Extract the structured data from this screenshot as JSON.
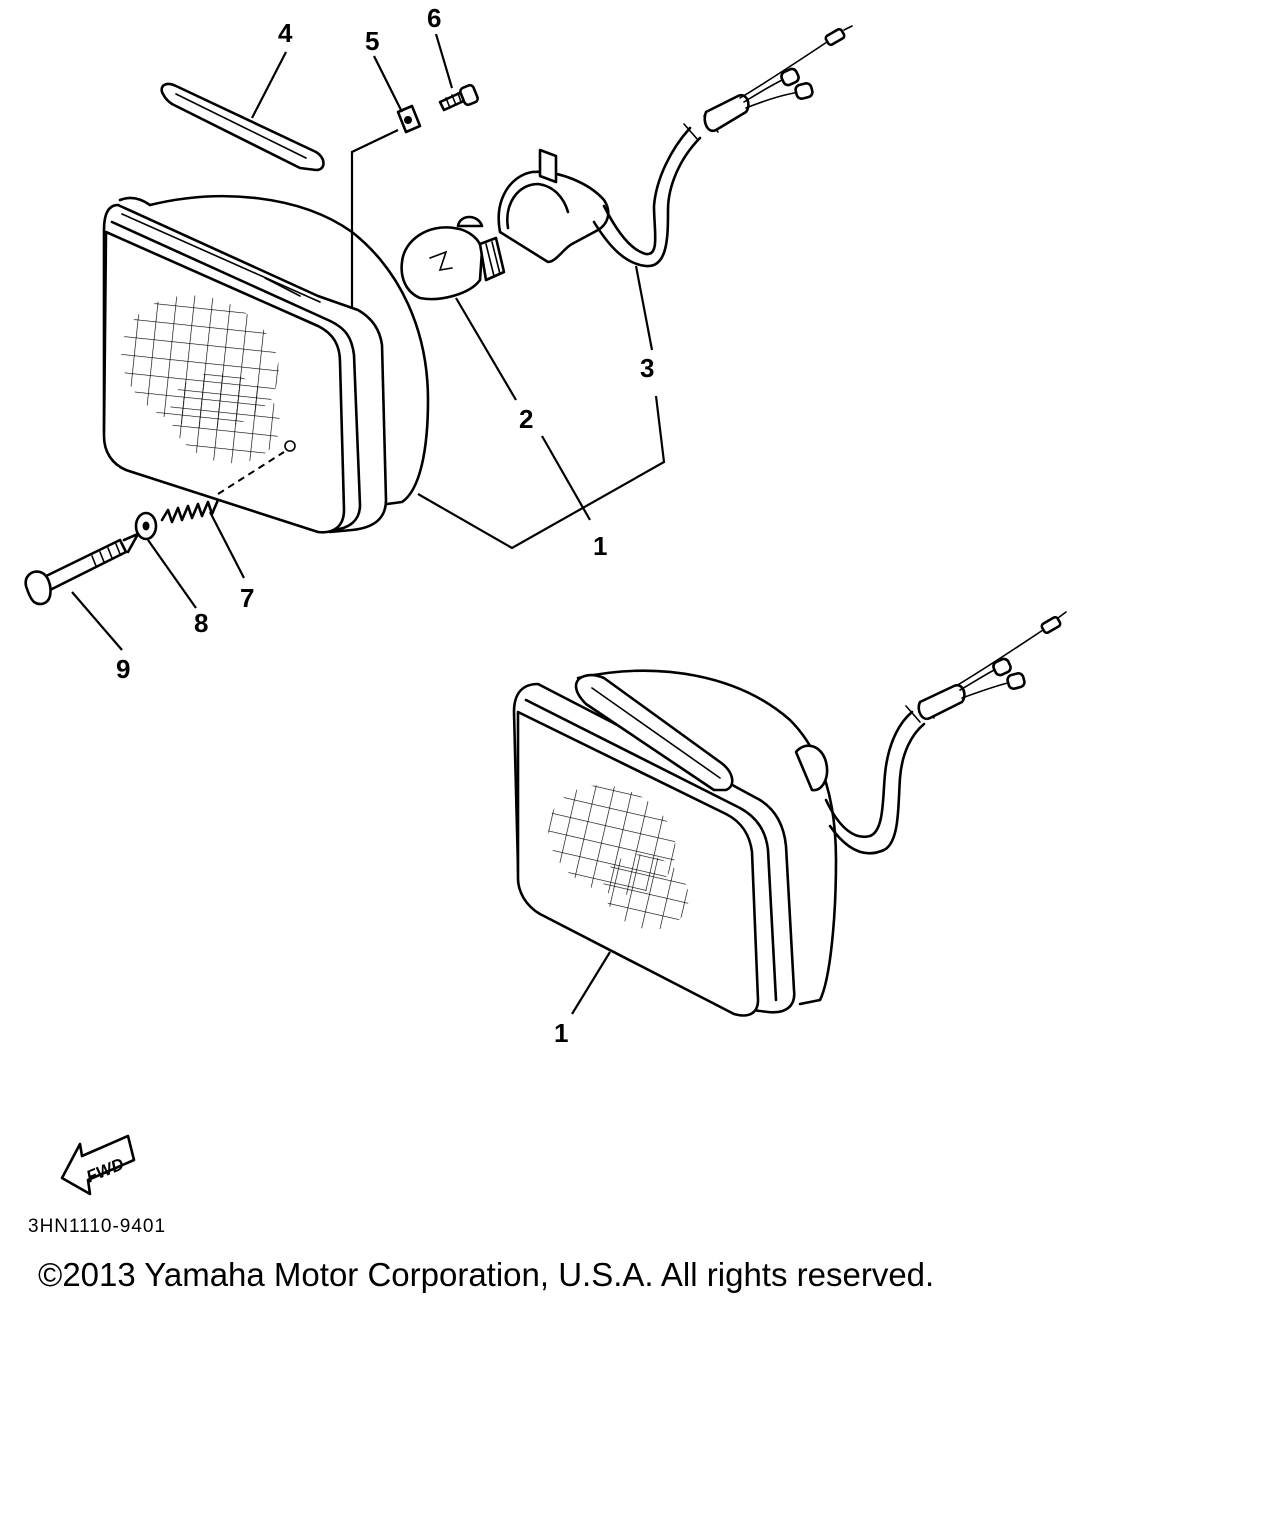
{
  "callouts": [
    {
      "id": "1",
      "text": "1"
    },
    {
      "id": "2",
      "text": "2"
    },
    {
      "id": "3",
      "text": "3"
    },
    {
      "id": "4",
      "text": "4"
    },
    {
      "id": "5",
      "text": "5"
    },
    {
      "id": "6",
      "text": "6"
    },
    {
      "id": "7",
      "text": "7"
    },
    {
      "id": "8",
      "text": "8"
    },
    {
      "id": "9",
      "text": "9"
    },
    {
      "id": "1b",
      "text": "1"
    }
  ],
  "fwd_label": "FWD",
  "diagram_code": "3HN1110-9401",
  "copyright": "©2013 Yamaha Motor Corporation, U.S.A. All rights reserved."
}
